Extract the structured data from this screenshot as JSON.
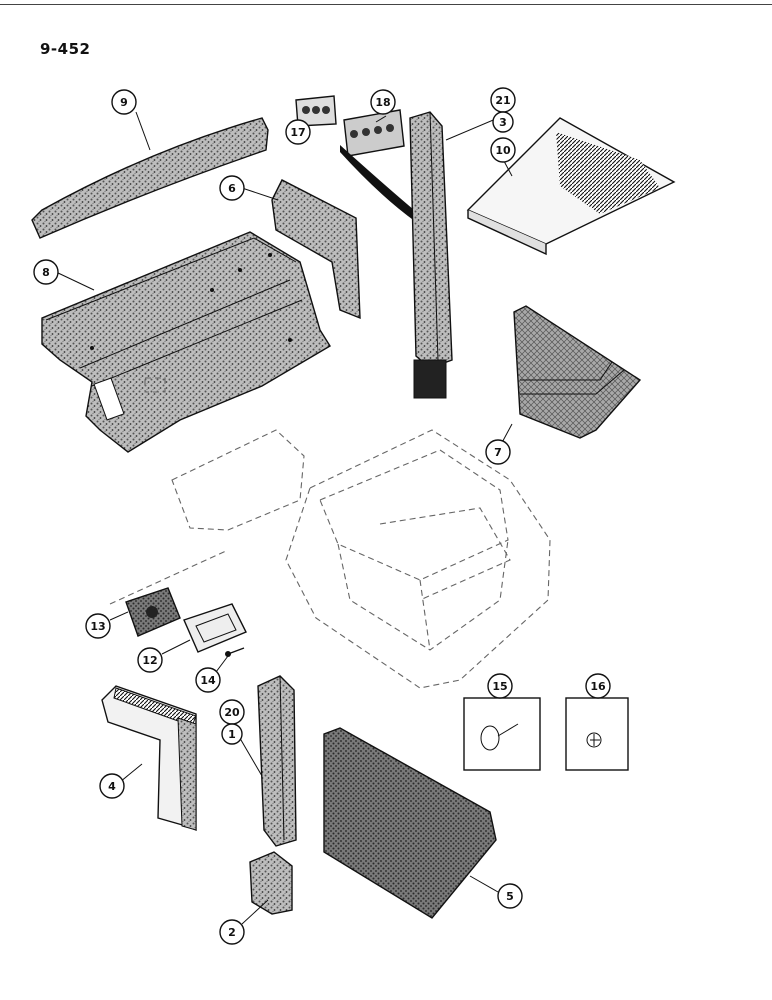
{
  "page": {
    "number": "9-452"
  },
  "callouts": {
    "c1": "1",
    "c2": "2",
    "c3": "3",
    "c4": "4",
    "c5": "5",
    "c6": "6",
    "c7": "7",
    "c8": "8",
    "c9": "9",
    "c10": "10",
    "c12": "12",
    "c13": "13",
    "c14": "14",
    "c15": "15",
    "c16": "16",
    "c17": "17",
    "c18": "18",
    "c20": "20",
    "c21": "21"
  },
  "colors": {
    "ink": "#111111",
    "texture": "#8a8a8a",
    "paper": "#ffffff"
  }
}
